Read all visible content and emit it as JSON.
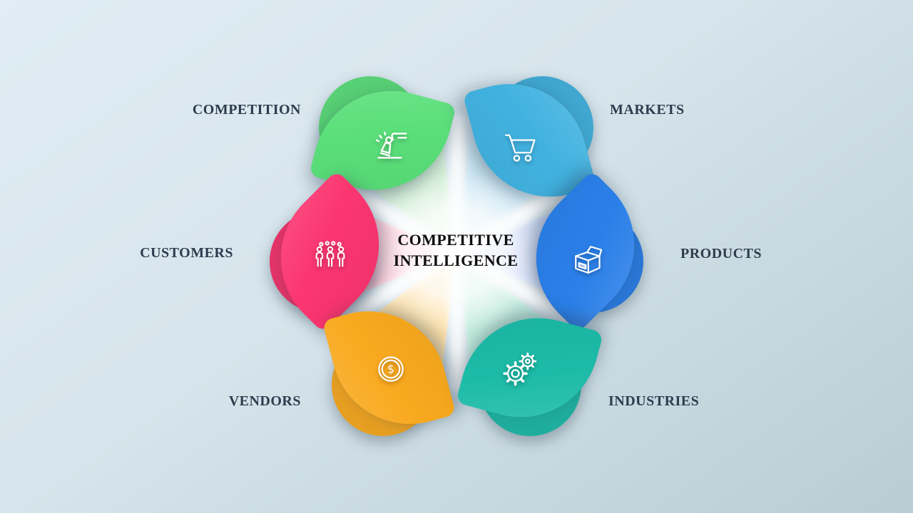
{
  "title": {
    "line1": "COMPETITIVE",
    "line2": "INTELLIGENCE"
  },
  "petals": [
    {
      "id": "competition",
      "label": "COMPETITION",
      "color": "#5adf7a",
      "pale": "#d3efd7",
      "icon": "chess-competition-icon"
    },
    {
      "id": "markets",
      "label": "MARKETS",
      "color": "#41b2e0",
      "pale": "#cde7f4",
      "icon": "shopping-cart-icon"
    },
    {
      "id": "customers",
      "label": "CUSTOMERS",
      "color": "#fb3570",
      "pale": "#f9c3d2",
      "icon": "customers-group-icon"
    },
    {
      "id": "products",
      "label": "PRODUCTS",
      "color": "#2a7fe8",
      "pale": "#ccd9f6",
      "icon": "product-box-icon"
    },
    {
      "id": "vendors",
      "label": "VENDORS",
      "color": "#f9a91e",
      "pale": "#fcdfa8",
      "icon": "dollar-coin-icon"
    },
    {
      "id": "industries",
      "label": "INDUSTRIES",
      "color": "#1cbba8",
      "pale": "#c0ebdc",
      "icon": "gears-icon"
    }
  ],
  "colors": {
    "background_top": "#e0edf4",
    "background_bottom": "#b9ccd4",
    "label_text": "#2d3c4e",
    "title_text": "#0e0e0e",
    "icon_stroke": "#ffffff"
  }
}
